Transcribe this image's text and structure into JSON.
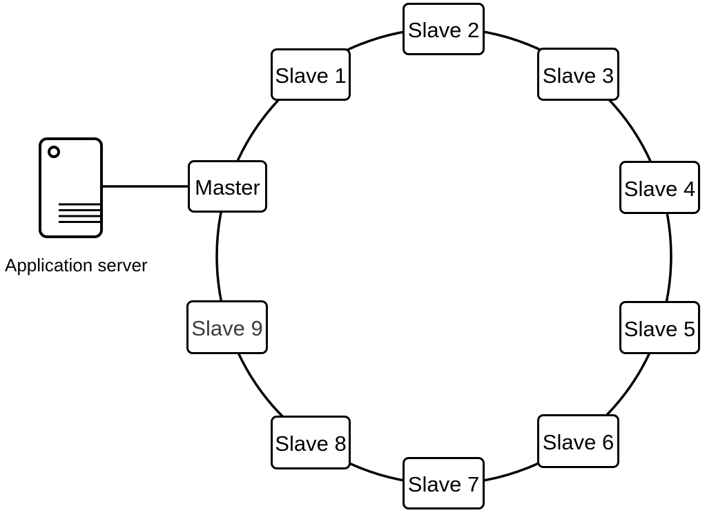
{
  "diagram": {
    "type": "ring-topology",
    "background_color": "#ffffff",
    "line_color": "#000000",
    "node_fill_color": "#ffffff",
    "app_server": {
      "label": "Application server"
    },
    "nodes": [
      {
        "id": "master",
        "label": "Master",
        "text_color": "#000000"
      },
      {
        "id": "slave-1",
        "label": "Slave 1",
        "text_color": "#000000"
      },
      {
        "id": "slave-2",
        "label": "Slave 2",
        "text_color": "#000000"
      },
      {
        "id": "slave-3",
        "label": "Slave 3",
        "text_color": "#000000"
      },
      {
        "id": "slave-4",
        "label": "Slave 4",
        "text_color": "#000000"
      },
      {
        "id": "slave-5",
        "label": "Slave 5",
        "text_color": "#000000"
      },
      {
        "id": "slave-6",
        "label": "Slave 6",
        "text_color": "#000000"
      },
      {
        "id": "slave-7",
        "label": "Slave 7",
        "text_color": "#000000"
      },
      {
        "id": "slave-8",
        "label": "Slave 8",
        "text_color": "#000000"
      },
      {
        "id": "slave-9",
        "label": "Slave 9",
        "text_color": "#3c3c3c"
      }
    ]
  }
}
